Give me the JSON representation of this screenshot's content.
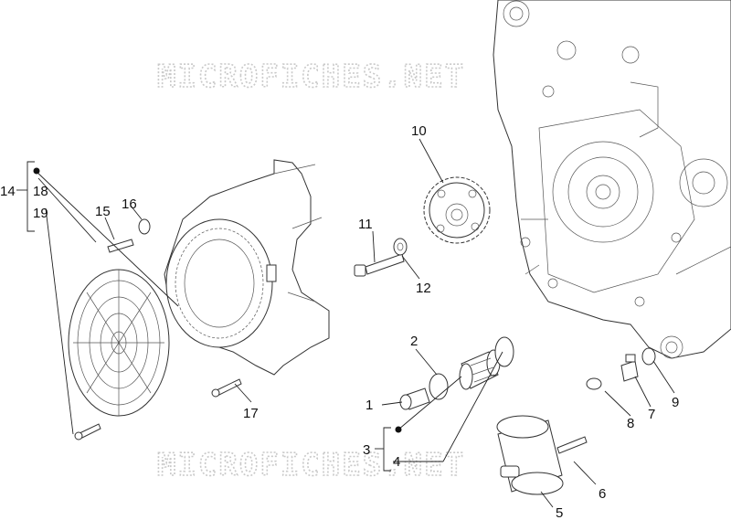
{
  "watermark": "MICROFICHES.NET",
  "callouts": {
    "n1": "1",
    "n2": "2",
    "n3": "3",
    "n4": "4",
    "n5": "5",
    "n6": "6",
    "n7": "7",
    "n8": "8",
    "n9": "9",
    "n10": "10",
    "n11": "11",
    "n12": "12",
    "n14": "14",
    "n15": "15",
    "n16": "16",
    "n17": "17",
    "n18": "18",
    "n19": "19"
  }
}
